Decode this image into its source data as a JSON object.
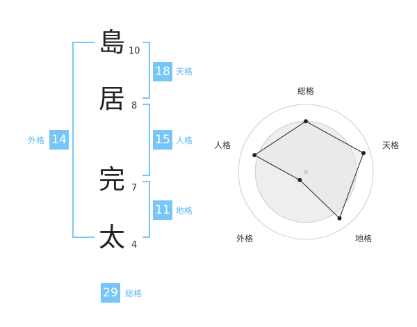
{
  "name": {
    "chars": [
      {
        "char": "島",
        "strokes": "10"
      },
      {
        "char": "居",
        "strokes": "8"
      },
      {
        "char": "完",
        "strokes": "7"
      },
      {
        "char": "太",
        "strokes": "4"
      }
    ]
  },
  "kaku": {
    "tenkaku": {
      "value": "18",
      "label": "天格"
    },
    "jinkaku": {
      "value": "15",
      "label": "人格"
    },
    "chikaku": {
      "value": "11",
      "label": "地格"
    },
    "gaikaku": {
      "value": "14",
      "label": "外格"
    },
    "soukaku": {
      "value": "29",
      "label": "総格"
    }
  },
  "colors": {
    "accent": "#78c6f8",
    "accent_text": "#5fb6ee",
    "radar_fill": "#eeeeee",
    "radar_grid": "#cccccc",
    "radar_line": "#222222"
  },
  "chart_data": {
    "type": "radar",
    "axes": [
      "総格",
      "天格",
      "地格",
      "外格",
      "人格"
    ],
    "values": [
      0.75,
      0.9,
      0.85,
      0.15,
      0.8
    ],
    "range": [
      0,
      1
    ],
    "grid_rings": 4
  }
}
